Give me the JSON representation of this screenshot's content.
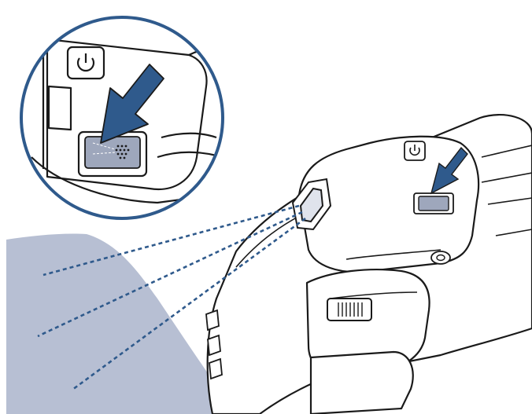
{
  "figure": {
    "subject": "handheld-device-scan-trigger-illustration",
    "colors": {
      "outline": "#1a1a1a",
      "fill": "#ffffff",
      "accent_blue": "#2f5a8c",
      "scan_area": "#b7bfd3",
      "button_gray": "#9ea7bc",
      "dash": "#2f5a8c"
    },
    "icons": [
      "power-icon",
      "press-arrow-icon",
      "scan-button-icon",
      "scanner-window-icon"
    ],
    "callout": {
      "shows": "zoomed-view-of-scan-button",
      "action": "press"
    },
    "beam": {
      "style": "dashed",
      "count": 3
    }
  }
}
